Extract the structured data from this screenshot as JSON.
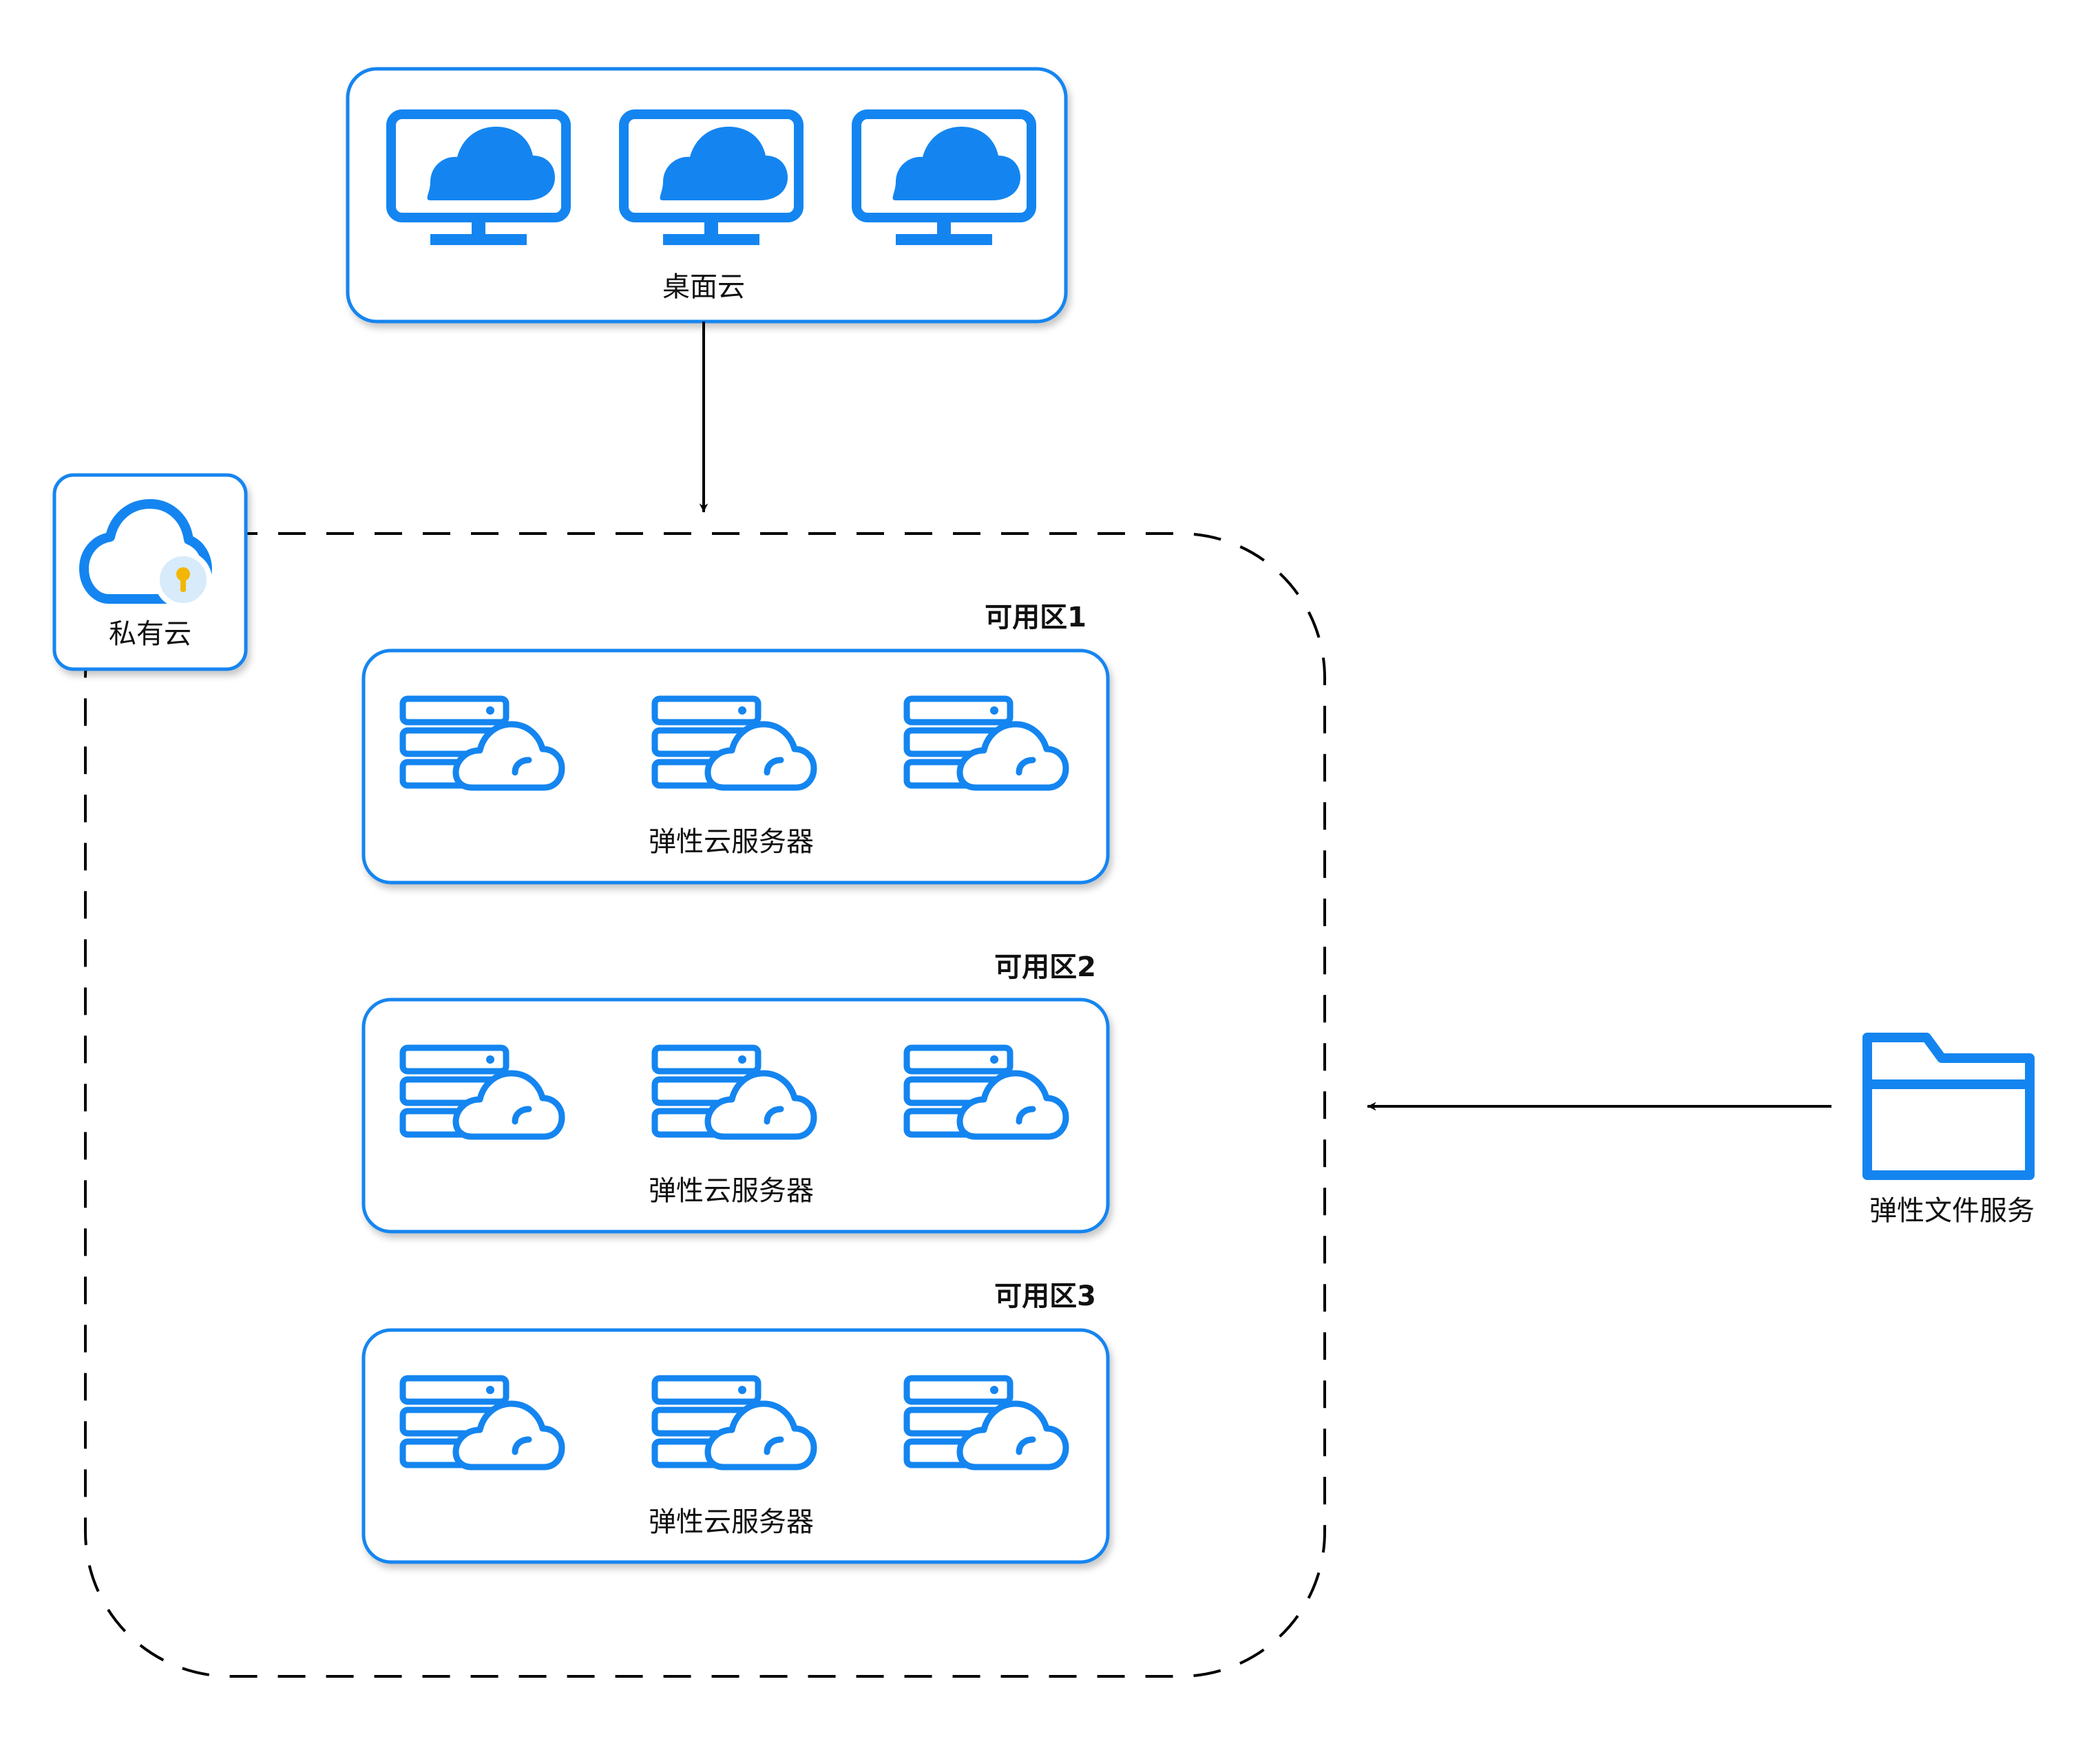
{
  "colors": {
    "accent": "#1485f0",
    "accent_light": "#d7ebfb",
    "key": "#f2b705",
    "line": "#000000",
    "text": "#111111"
  },
  "desktop_cloud": {
    "label": "桌面云",
    "icon": "monitor-cloud-icon",
    "count": 3
  },
  "private_cloud": {
    "label": "私有云",
    "icon": "cloud-lock-icon"
  },
  "zones": [
    {
      "title": "可用区1",
      "label": "弹性云服务器",
      "icon": "server-cloud-icon",
      "count": 3
    },
    {
      "title": "可用区2",
      "label": "弹性云服务器",
      "icon": "server-cloud-icon",
      "count": 3
    },
    {
      "title": "可用区3",
      "label": "弹性云服务器",
      "icon": "server-cloud-icon",
      "count": 3
    }
  ],
  "file_service": {
    "label": "弹性文件服务",
    "icon": "folder-icon"
  }
}
